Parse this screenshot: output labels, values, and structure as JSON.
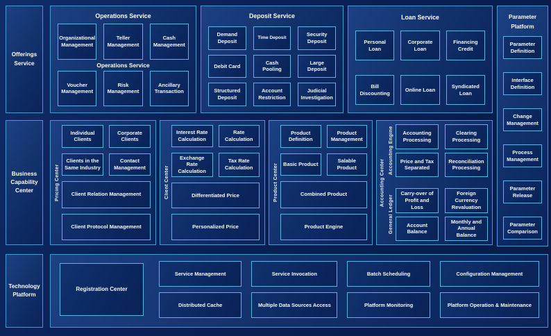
{
  "colors": {
    "page_bg": "#071a49",
    "panel_fill": "#14336e",
    "panel_border": "#3f9ad6",
    "box_fill": "#0b2861",
    "box_border": "#57b3eb",
    "text": "#ffffff"
  },
  "sidebar": {
    "offerings": "Offerings Service",
    "business_capability": "Business Capability Center",
    "technology": "Technology Platform"
  },
  "operations_service": {
    "title": "Operations Service",
    "mid_title": "Operations Service",
    "row1": [
      "Organizational Management",
      "Teller Management",
      "Cash Management"
    ],
    "row2": [
      "Voucher Management",
      "Risk Management",
      "Ancillary Transaction"
    ]
  },
  "deposit_service": {
    "title": "Deposit Service",
    "boxes": [
      "Demand Deposit",
      "Time Deposit",
      "Security Deposit",
      "Debit Card",
      "Cash Pooling",
      "Large Deposit",
      "Structured Deposit",
      "Account Restriction",
      "Judicial Investigation"
    ]
  },
  "loan_service": {
    "title": "Loan Service",
    "boxes": [
      "Personal Loan",
      "Corporate Loan",
      "Financing Credit",
      "Bill Discounting",
      "Online Loan",
      "Syndicated Loan"
    ]
  },
  "parameter_platform": {
    "title": "Parameter Platform",
    "boxes": [
      "Parameter Definition",
      "Interface Definition",
      "Change Management",
      "Process Management",
      "Parameter Release",
      "Parameter Comparison"
    ]
  },
  "pricing_center": {
    "label": "Pricing Center",
    "small_boxes": [
      "Individual Clients",
      "Corporate Clients",
      "Clients in the Same Industry",
      "Contact Management"
    ],
    "wide_boxes": [
      "Client Relation Management",
      "Client Protocol Management"
    ]
  },
  "client_center": {
    "label": "Client Center",
    "small_boxes": [
      "Interest Rate Calculation",
      "Rate Calculation",
      "Exchange Rate Calculation",
      "Tax Rate Calculation"
    ],
    "wide_boxes": [
      "Differentiated Price",
      "Personalized Price"
    ]
  },
  "product_center": {
    "label": "Product Center",
    "small_boxes": [
      "Product Definition",
      "Product Management",
      "Basic Product",
      "Salable Product"
    ],
    "wide_boxes": [
      "Combined Product",
      "Product Engine"
    ]
  },
  "accounting_center": {
    "label": "Accounting Center",
    "groups": [
      {
        "label": "Accounting Engine",
        "boxes": [
          "Accounting Processing",
          "Clearing Processing",
          "Price and Tax Separated",
          "Reconciliation Processing"
        ]
      },
      {
        "label": "General Ledger",
        "boxes": [
          "Carry-over of Profit and Loss",
          "Foreign Currency Revaluation",
          "Account Balance",
          "Monthly and Annual Balance"
        ]
      }
    ]
  },
  "technology_platform": {
    "registration": "Registration Center",
    "row1": [
      "Service Management",
      "Service Invocation",
      "Batch Scheduling",
      "Configuration Management"
    ],
    "row2": [
      "Distributed Cache",
      "Multiple Data Sources Access",
      "Platform Monitoring",
      "Platform Operation & Maintenance"
    ]
  }
}
